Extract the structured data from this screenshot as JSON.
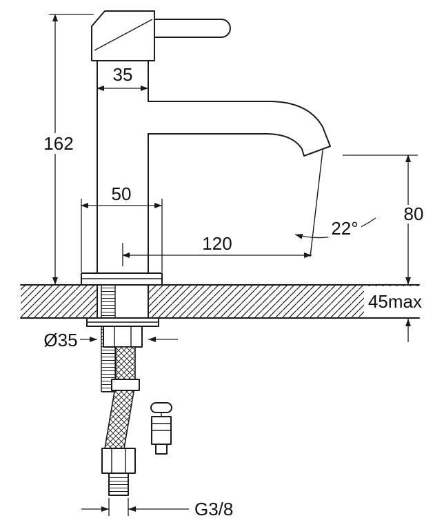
{
  "diagram": {
    "kind": "technical-dimension-drawing",
    "labels": {
      "body_width": "35",
      "overall_height": "162",
      "base_width": "50",
      "spout_reach": "120",
      "stream_angle": "22°",
      "outlet_height": "80",
      "deck_thickness_max": "45max",
      "hole_diameter": "Ø35",
      "connection_thread": "G3/8"
    },
    "colors": {
      "line": "#1a1a1a",
      "background": "#ffffff"
    }
  }
}
